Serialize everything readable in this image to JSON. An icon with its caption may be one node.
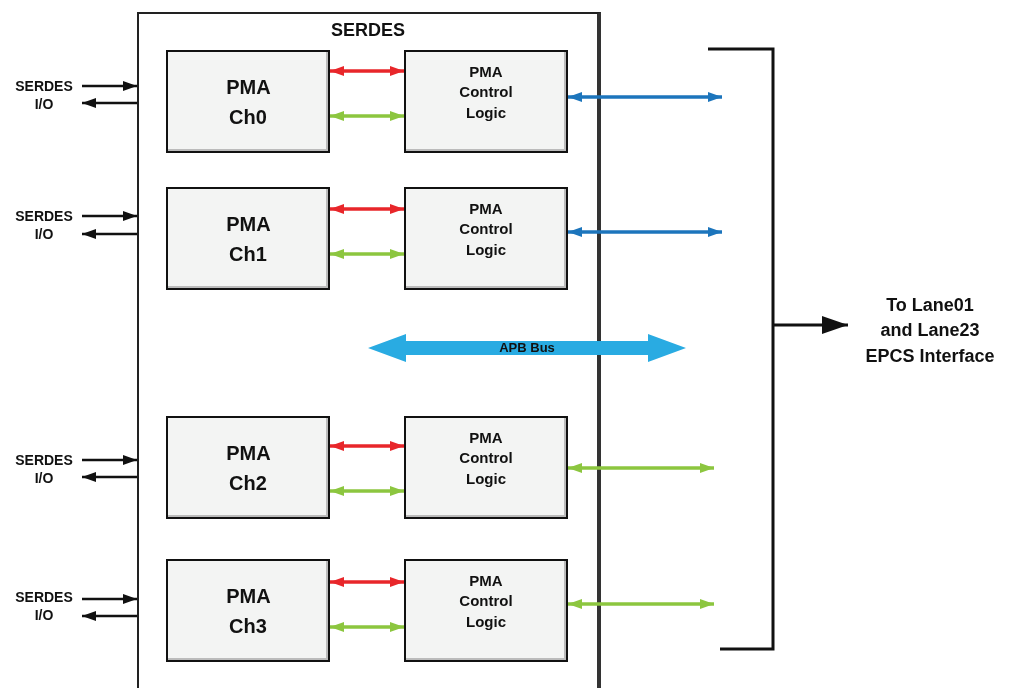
{
  "diagram": {
    "nodes": [
      {
        "text": [
          "SERDES"
        ]
      },
      {
        "text": [
          "PMA Ch0"
        ],
        "in": 0
      },
      {
        "text": [
          "PMA Control Logic"
        ],
        "in": 0
      },
      {
        "text": [
          "PMA Ch1"
        ],
        "in": 0
      },
      {
        "text": [
          "PMA Control Logic"
        ],
        "in": 0
      },
      {
        "text": [
          "PMA Ch2"
        ],
        "in": 0
      },
      {
        "text": [
          "PMA Control Logic"
        ],
        "in": 0
      },
      {
        "text": [
          "PMA Ch3"
        ],
        "in": 0
      },
      {
        "text": [
          "PMA Control Logic"
        ],
        "in": 0
      },
      {
        "text": [
          "SERDES I/O"
        ]
      },
      {
        "text": [
          "SERDES I/O"
        ]
      },
      {
        "text": [
          "SERDES I/O"
        ]
      },
      {
        "text": [
          "SERDES I/O"
        ]
      },
      {
        "text": [
          "To Lane01 and Lane23 EPCS Interface"
        ]
      },
      {
        "text": [
          "APB Bus"
        ],
        "in": 0
      },
      {
        "text": [],
        "shape": "bracket"
      }
    ],
    "edges": [
      {
        "from": 1,
        "to": 2,
        "arrow": "both",
        "color": "#e8262a"
      },
      {
        "from": 1,
        "to": 2,
        "arrow": "both",
        "color": "#8cc63f"
      },
      {
        "from": 2,
        "to": 15,
        "arrow": "both",
        "color": "#1c75bc"
      },
      {
        "from": 3,
        "to": 4,
        "arrow": "both",
        "color": "#e8262a"
      },
      {
        "from": 3,
        "to": 4,
        "arrow": "both",
        "color": "#8cc63f"
      },
      {
        "from": 4,
        "to": 15,
        "arrow": "both",
        "color": "#1c75bc"
      },
      {
        "from": 5,
        "to": 6,
        "arrow": "both",
        "color": "#e8262a"
      },
      {
        "from": 5,
        "to": 6,
        "arrow": "both",
        "color": "#8cc63f"
      },
      {
        "from": 6,
        "to": 15,
        "arrow": "both",
        "color": "#8cc63f"
      },
      {
        "from": 7,
        "to": 8,
        "arrow": "both",
        "color": "#e8262a"
      },
      {
        "from": 7,
        "to": 8,
        "arrow": "both",
        "color": "#8cc63f"
      },
      {
        "from": 8,
        "to": 15,
        "arrow": "both",
        "color": "#8cc63f"
      },
      {
        "from": 9,
        "to": 0,
        "arrow": "to"
      },
      {
        "from": 0,
        "to": 9,
        "arrow": "to"
      },
      {
        "from": 10,
        "to": 0,
        "arrow": "to"
      },
      {
        "from": 0,
        "to": 10,
        "arrow": "to"
      },
      {
        "from": 11,
        "to": 0,
        "arrow": "to"
      },
      {
        "from": 0,
        "to": 11,
        "arrow": "to"
      },
      {
        "from": 12,
        "to": 0,
        "arrow": "to"
      },
      {
        "from": 0,
        "to": 12,
        "arrow": "to"
      },
      {
        "from": 15,
        "to": 13,
        "arrow": "to"
      }
    ]
  }
}
